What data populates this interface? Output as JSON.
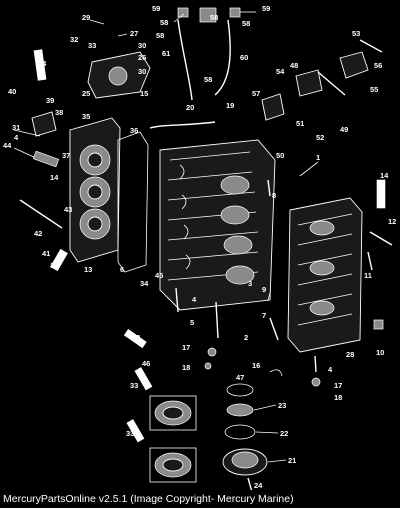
{
  "footer": {
    "caption": "MercuryPartsOnline v2.5.1 (Image Copyright- Mercury Marine)"
  },
  "callouts": [
    "1",
    "2",
    "3",
    "4",
    "5",
    "6",
    "7",
    "8",
    "9",
    "10",
    "11",
    "12",
    "13",
    "14",
    "15",
    "16",
    "17",
    "18",
    "19",
    "20",
    "21",
    "22",
    "23",
    "24",
    "25",
    "26",
    "27",
    "28",
    "29",
    "30",
    "31",
    "32",
    "33",
    "34",
    "35",
    "36",
    "37",
    "38",
    "39",
    "40",
    "41",
    "42",
    "43",
    "44",
    "45",
    "46",
    "47",
    "48",
    "49",
    "50",
    "51",
    "52",
    "53",
    "54",
    "55",
    "56",
    "57",
    "58",
    "59",
    "60",
    "61"
  ],
  "colors": {
    "background": "#000000",
    "line": "#ffffff",
    "shade": "#8a8a8a"
  }
}
